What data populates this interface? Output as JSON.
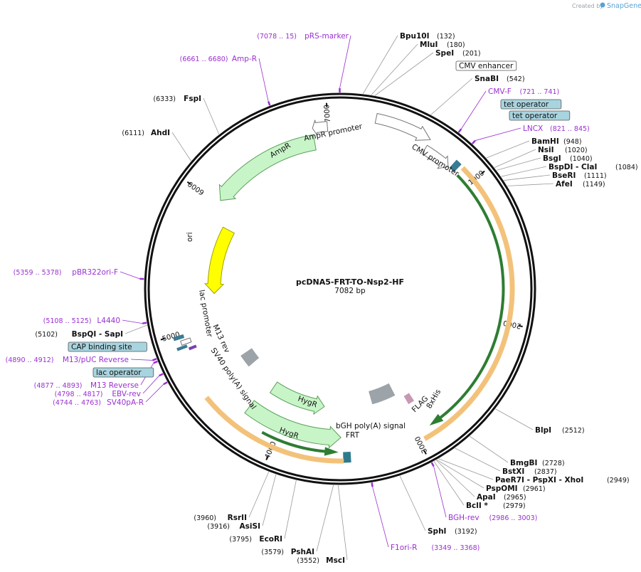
{
  "branding": {
    "prefix": "Created by",
    "name": "SnapGene"
  },
  "plasmid": {
    "name": "pcDNA5-FRT-TO-Nsp2-HF",
    "length_bp": 7082,
    "length_label": "7082 bp"
  },
  "ticks": [
    {
      "bp": 1000,
      "label": "1000"
    },
    {
      "bp": 2000,
      "label": "2000"
    },
    {
      "bp": 3000,
      "label": "3000"
    },
    {
      "bp": 4000,
      "label": "4000"
    },
    {
      "bp": 5000,
      "label": "5000"
    },
    {
      "bp": 6000,
      "label": "6000"
    },
    {
      "bp": 7000,
      "label": "7000"
    }
  ],
  "features": [
    {
      "name": "CMV enhancer",
      "start": 235,
      "end": 614,
      "kind": "regulatory",
      "color": "#ffffff",
      "stroke": "#777777",
      "direction": 1,
      "label": "CMV enhancer",
      "boxed": true
    },
    {
      "name": "CMV promoter",
      "start": 615,
      "end": 818,
      "kind": "promoter",
      "color": "#ffffff",
      "stroke": "#777777",
      "direction": 1,
      "label": "CMV promoter"
    },
    {
      "name": "tet operator 1",
      "start": 830,
      "end": 848,
      "kind": "protein-bind",
      "color": "#3a7b93",
      "label": "tet operator",
      "boxed": true
    },
    {
      "name": "tet operator 2",
      "start": 851,
      "end": 869,
      "kind": "protein-bind",
      "color": "#3a7b93",
      "label": "tet operator",
      "boxed": true
    },
    {
      "name": "Nsp2-HF ORF",
      "start": 895,
      "end": 2960,
      "kind": "orf",
      "color": "#f3c27a",
      "direction": 1
    },
    {
      "name": "Nsp2-HF CDS",
      "start": 905,
      "end": 2880,
      "kind": "cds-inner",
      "color": "#2e7d32",
      "direction": 1
    },
    {
      "name": "FLAG",
      "start": 2885,
      "end": 2908,
      "kind": "tag",
      "color": "#c898b3",
      "label": "FLAG"
    },
    {
      "name": "8xHis",
      "start": 2910,
      "end": 2934,
      "kind": "tag",
      "color": "#c898b3",
      "label": "8xHis"
    },
    {
      "name": "bGH poly(A) signal",
      "start": 3007,
      "end": 3231,
      "kind": "polyA",
      "color": "#9ca3a9",
      "label": "bGH poly(A) signal"
    },
    {
      "name": "FRT",
      "start": 3471,
      "end": 3518,
      "kind": "protein-bind",
      "color": "#2e7a8c",
      "label": "FRT"
    },
    {
      "name": "HygR ORF",
      "start": 3519,
      "end": 4540,
      "kind": "orf",
      "color": "#f3c27a",
      "direction": -1
    },
    {
      "name": "HygR CDS",
      "start": 3560,
      "end": 4100,
      "kind": "cds-inner",
      "color": "#2e7d32",
      "direction": -1
    },
    {
      "name": "HygR 1",
      "start": 3535,
      "end": 4280,
      "kind": "cds",
      "color": "#c8f5c8",
      "stroke": "#5aa05a",
      "direction": -1,
      "label": "HygR"
    },
    {
      "name": "HygR 2",
      "start": 3690,
      "end": 4210,
      "kind": "cds-inner-ring",
      "color": "#c8f5c8",
      "stroke": "#5aa05a",
      "direction": -1,
      "label": "HygR"
    },
    {
      "name": "SV40 poly(A) signal",
      "start": 4520,
      "end": 4641,
      "kind": "polyA",
      "color": "#9ca3a9",
      "label": "SV40 poly(A) signal"
    },
    {
      "name": "M13 rev",
      "start": 4877,
      "end": 4893,
      "kind": "primer-bind",
      "color": "#7b3fb5",
      "label": "M13 rev"
    },
    {
      "name": "lac operator",
      "start": 4901,
      "end": 4917,
      "kind": "protein-bind",
      "color": "#3a7b93",
      "label": "lac operator",
      "boxed": true
    },
    {
      "name": "lac promoter",
      "start": 4925,
      "end": 4955,
      "kind": "promoter",
      "color": "#ffffff",
      "stroke": "#777777",
      "label": "lac promoter"
    },
    {
      "name": "CAP binding site",
      "start": 4970,
      "end": 4991,
      "kind": "protein-bind",
      "color": "#3a7b93",
      "label": "CAP binding site",
      "boxed": true
    },
    {
      "name": "ori",
      "start": 5270,
      "end": 5858,
      "kind": "rep-origin",
      "color": "#ffff00",
      "stroke": "#a0a000",
      "direction": -1,
      "label": "ori"
    },
    {
      "name": "AmpR",
      "start": 6029,
      "end": 6889,
      "kind": "cds",
      "color": "#c8f5c8",
      "stroke": "#5aa05a",
      "direction": -1,
      "label": "AmpR"
    },
    {
      "name": "AmpR promoter",
      "start": 6890,
      "end": 6994,
      "kind": "promoter",
      "color": "#ffffff",
      "stroke": "#777777",
      "direction": -1,
      "label": "AmpR promoter"
    }
  ],
  "primers": [
    {
      "name": "pRS-marker",
      "range": "(7078 .. 15)",
      "bp": 7080
    },
    {
      "name": "Amp-R",
      "range": "(6661 .. 6680)",
      "bp": 6670
    },
    {
      "name": "CMV-F",
      "range": "(721 .. 741)",
      "bp": 731
    },
    {
      "name": "LNCX",
      "range": "(821 .. 845)",
      "bp": 833
    },
    {
      "name": "pBR322ori-F",
      "range": "(5359 .. 5378)",
      "bp": 5368
    },
    {
      "name": "L4440",
      "range": "(5108 .. 5125)",
      "bp": 5116
    },
    {
      "name": "M13/pUC Reverse",
      "range": "(4890 .. 4912)",
      "bp": 4901
    },
    {
      "name": "M13 Reverse",
      "range": "(4877 .. 4893)",
      "bp": 4885
    },
    {
      "name": "EBV-rev",
      "range": "(4798 .. 4817)",
      "bp": 4807
    },
    {
      "name": "SV40pA-R",
      "range": "(4744 .. 4763)",
      "bp": 4753
    },
    {
      "name": "BGH-rev",
      "range": "(2986 .. 3003)",
      "bp": 2994
    },
    {
      "name": "F1ori-R",
      "range": "(3349 .. 3368)",
      "bp": 3358
    }
  ],
  "sites": [
    {
      "name": "Bpu10I",
      "pos": "(132)",
      "bp": 132
    },
    {
      "name": "MluI",
      "pos": "(180)",
      "bp": 180
    },
    {
      "name": "SpeI",
      "pos": "(201)",
      "bp": 201
    },
    {
      "name": "SnaBI",
      "pos": "(542)",
      "bp": 542
    },
    {
      "name": "BamHI",
      "pos": "(948)",
      "bp": 948
    },
    {
      "name": "NsiI",
      "pos": "(1020)",
      "bp": 1020
    },
    {
      "name": "BsgI",
      "pos": "(1040)",
      "bp": 1040
    },
    {
      "name": "BspDI - ClaI",
      "pos": "(1084)",
      "bp": 1084
    },
    {
      "name": "BseRI",
      "pos": "(1111)",
      "bp": 1111
    },
    {
      "name": "AfeI",
      "pos": "(1149)",
      "bp": 1149
    },
    {
      "name": "BlpI",
      "pos": "(2512)",
      "bp": 2512
    },
    {
      "name": "BmgBI",
      "pos": "(2728)",
      "bp": 2728
    },
    {
      "name": "BstXI",
      "pos": "(2837)",
      "bp": 2837
    },
    {
      "name": "PaeR7I - PspXI - XhoI",
      "pos": "(2949)",
      "bp": 2949
    },
    {
      "name": "PspOMI",
      "pos": "(2961)",
      "bp": 2961
    },
    {
      "name": "ApaI",
      "pos": "(2965)",
      "bp": 2965
    },
    {
      "name": "BclI *",
      "pos": "(2979)",
      "bp": 2979
    },
    {
      "name": "SphI",
      "pos": "(3192)",
      "bp": 3192
    },
    {
      "name": "MscI",
      "pos": "(3552)",
      "bp": 3552
    },
    {
      "name": "PshAI",
      "pos": "(3579)",
      "bp": 3579
    },
    {
      "name": "EcoRI",
      "pos": "(3795)",
      "bp": 3795
    },
    {
      "name": "AsiSI",
      "pos": "(3916)",
      "bp": 3916
    },
    {
      "name": "RsrII",
      "pos": "(3960)",
      "bp": 3960
    },
    {
      "name": "BspQI - SapI",
      "pos": "(5102)",
      "bp": 5102
    },
    {
      "name": "AhdI",
      "pos": "(6111)",
      "bp": 6111
    },
    {
      "name": "FspI",
      "pos": "(6333)",
      "bp": 6333
    }
  ]
}
